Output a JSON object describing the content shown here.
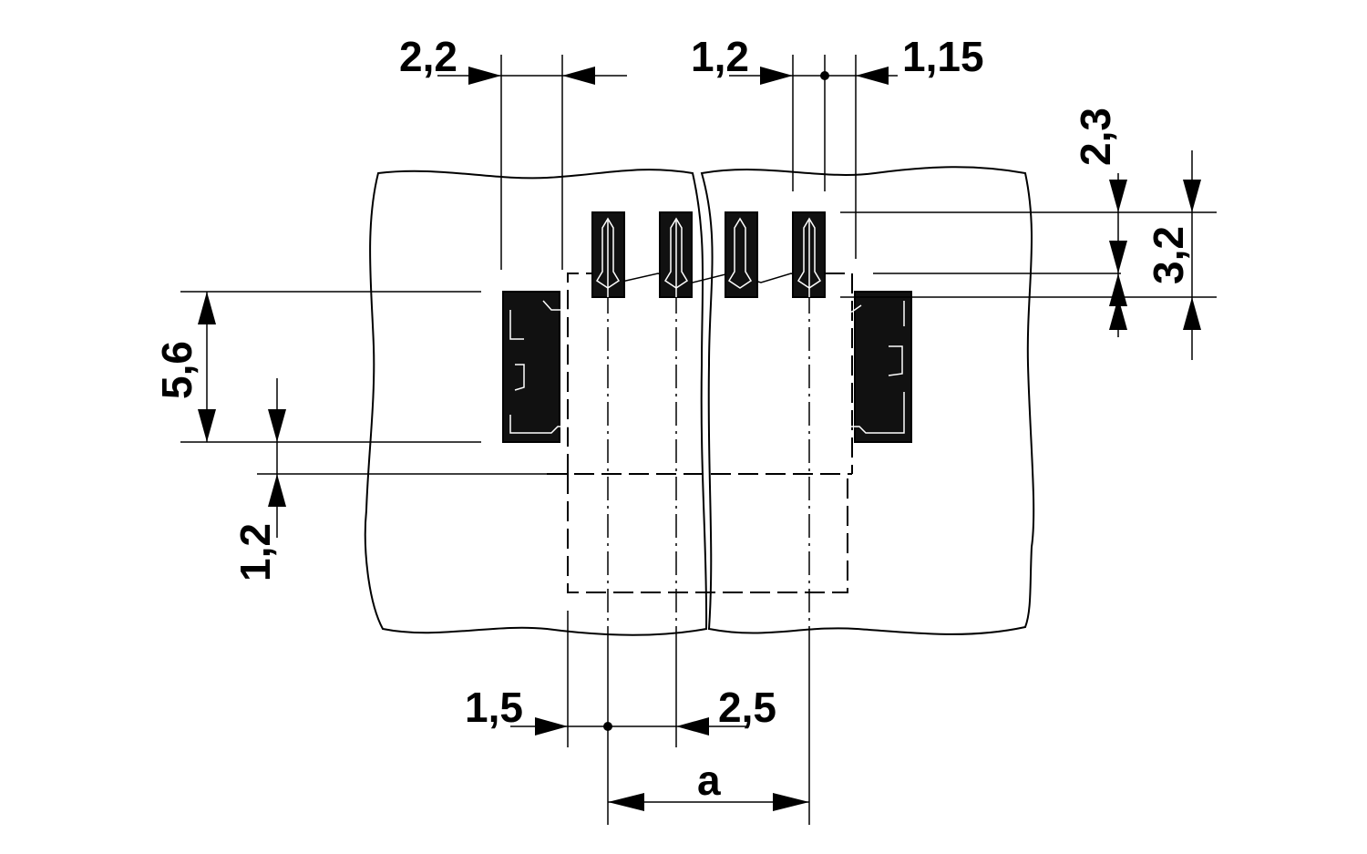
{
  "dimensions": {
    "top_left": "2,2",
    "top_mid": "1,2",
    "top_right": "1,15",
    "right_upper": "2,3",
    "right_outer": "3,2",
    "left_height": "5,6",
    "left_lower": "1,2",
    "bottom_left": "1,5",
    "bottom_right": "2,5",
    "bottom_pitch": "a"
  }
}
